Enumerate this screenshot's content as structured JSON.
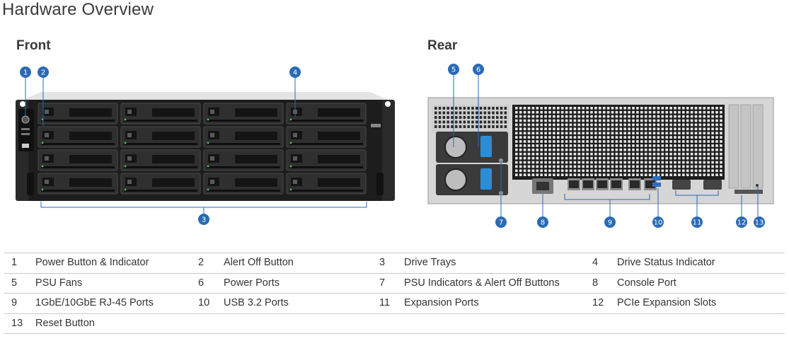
{
  "page": {
    "title": "Hardware Overview",
    "front_title": "Front",
    "rear_title": "Rear"
  },
  "colors": {
    "badge": "#2a6ab5",
    "callout_line": "#2a6ab5"
  },
  "badges": {
    "b1": "1",
    "b2": "2",
    "b3": "3",
    "b4": "4",
    "b5": "5",
    "b6": "6",
    "b7": "7",
    "b8": "8",
    "b9": "9",
    "b10": "10",
    "b11": "11",
    "b12": "12",
    "b13": "13"
  },
  "legend": {
    "rows": [
      [
        {
          "num": "1",
          "label": "Power Button & Indicator"
        },
        {
          "num": "2",
          "label": "Alert Off Button"
        },
        {
          "num": "3",
          "label": "Drive Trays"
        },
        {
          "num": "4",
          "label": "Drive Status Indicator"
        }
      ],
      [
        {
          "num": "5",
          "label": "PSU Fans"
        },
        {
          "num": "6",
          "label": "Power Ports"
        },
        {
          "num": "7",
          "label": "PSU Indicators & Alert Off Buttons"
        },
        {
          "num": "8",
          "label": "Console Port"
        }
      ],
      [
        {
          "num": "9",
          "label": "1GbE/10GbE RJ-45 Ports"
        },
        {
          "num": "10",
          "label": "USB 3.2 Ports"
        },
        {
          "num": "11",
          "label": "Expansion Ports"
        },
        {
          "num": "12",
          "label": "PCIe Expansion Slots"
        }
      ],
      [
        {
          "num": "13",
          "label": "Reset Button"
        }
      ]
    ]
  }
}
